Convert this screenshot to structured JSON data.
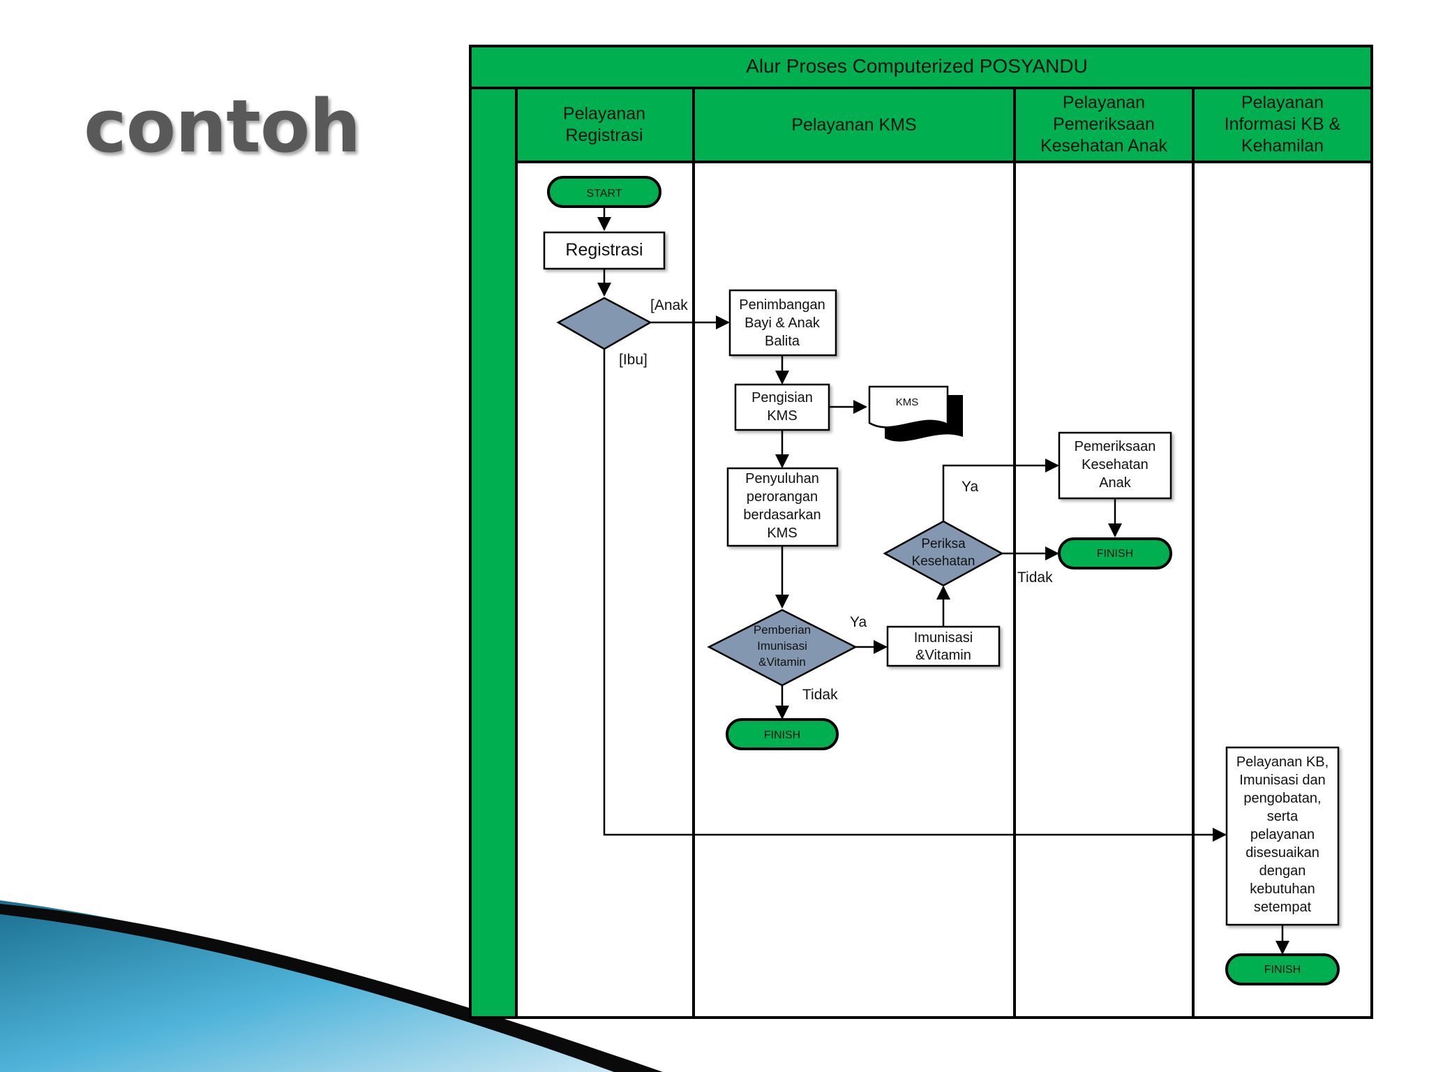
{
  "slide": {
    "title": "contoh"
  },
  "colors": {
    "green": "#00B050",
    "diamond": "#8497B0",
    "line": "#000000"
  },
  "diagram": {
    "title": "Alur Proses Computerized POSYANDU",
    "lanes": [
      {
        "lines": [
          "Pelayanan",
          "Registrasi"
        ]
      },
      {
        "lines": [
          "Pelayanan KMS"
        ]
      },
      {
        "lines": [
          "Pelayanan",
          "Pemeriksaan",
          "Kesehatan Anak"
        ]
      },
      {
        "lines": [
          "Pelayanan",
          "Informasi KB &",
          "Kehamilan"
        ]
      }
    ],
    "nodes": {
      "start": "START",
      "registrasi": "Registrasi",
      "penimbangan": [
        "Penimbangan",
        "Bayi & Anak",
        "Balita"
      ],
      "pengisian": [
        "Pengisian",
        "KMS"
      ],
      "kms_doc": "KMS",
      "penyuluhan": [
        "Penyuluhan",
        "perorangan",
        "berdasarkan",
        "KMS"
      ],
      "pemberian": [
        "Pemberian",
        "Imunisasi",
        "&Vitamin"
      ],
      "finish_kms": "FINISH",
      "imunisasi": [
        "Imunisasi",
        "&Vitamin"
      ],
      "periksa": [
        "Periksa",
        "Kesehatan"
      ],
      "pemeriksaan": [
        "Pemeriksaan",
        "Kesehatan",
        "Anak"
      ],
      "finish_anak": "FINISH",
      "pelayanan_kb": [
        "Pelayanan KB,",
        "Imunisasi dan",
        "pengobatan,",
        "serta",
        "pelayanan",
        "disesuaikan",
        "dengan",
        "kebutuhan",
        "setempat"
      ],
      "finish_kb": "FINISH"
    },
    "labels": {
      "anak": "[Anak",
      "ibu": "[Ibu]",
      "ya1": "Ya",
      "tidak1": "Tidak",
      "ya2": "Ya",
      "tidak2": "Tidak"
    }
  }
}
